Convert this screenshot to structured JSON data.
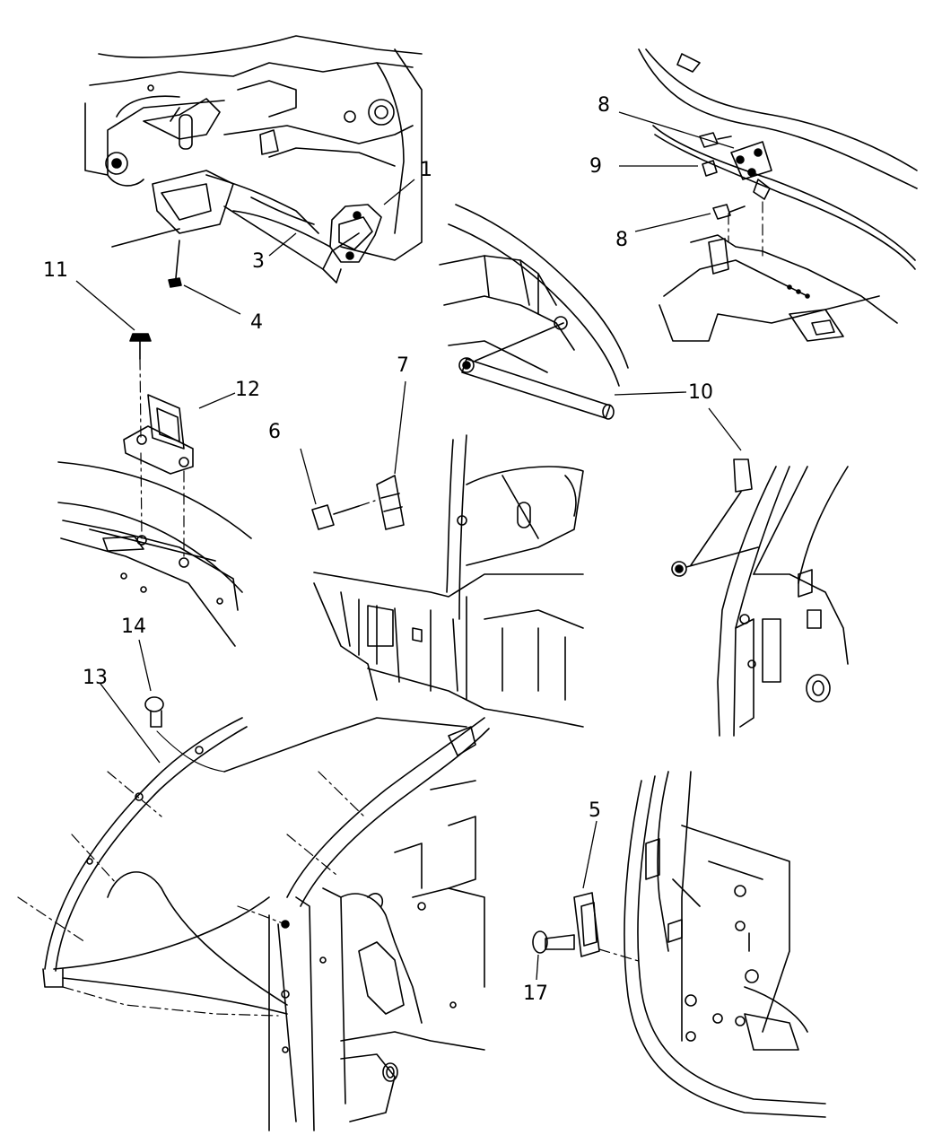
{
  "callouts": [
    {
      "id": "c1",
      "label": "1"
    },
    {
      "id": "c3",
      "label": "3"
    },
    {
      "id": "c4",
      "label": "4"
    },
    {
      "id": "c5",
      "label": "5"
    },
    {
      "id": "c6",
      "label": "6"
    },
    {
      "id": "c7",
      "label": "7"
    },
    {
      "id": "c8a",
      "label": "8"
    },
    {
      "id": "c8b",
      "label": "8"
    },
    {
      "id": "c9",
      "label": "9"
    },
    {
      "id": "c10",
      "label": "10"
    },
    {
      "id": "c11",
      "label": "11"
    },
    {
      "id": "c12",
      "label": "12"
    },
    {
      "id": "c13",
      "label": "13"
    },
    {
      "id": "c14",
      "label": "14"
    },
    {
      "id": "c17",
      "label": "17"
    }
  ]
}
